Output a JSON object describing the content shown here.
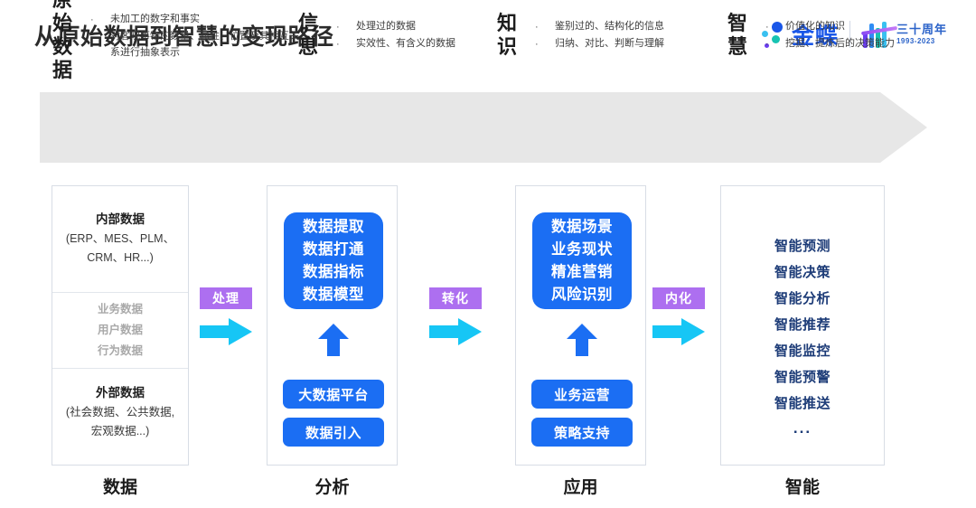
{
  "header": {
    "title": "从原始数据到智慧的变现路径",
    "brand_name": "金蝶",
    "anniversary_cn": "三十周年",
    "anniversary_years": "1993-2023"
  },
  "banner": {
    "stages": [
      {
        "key": "原始\n数据",
        "bullets": [
          "未加工的数字和事实",
          "对客观事物的数量、属性、位置及其相互关系进行抽象表示"
        ]
      },
      {
        "key": "信\n息",
        "bullets": [
          "处理过的数据",
          "实效性、有含义的数据"
        ]
      },
      {
        "key": "知\n识",
        "bullets": [
          "鉴别过的、结构化的信息",
          "归纳、对比、判断与理解"
        ]
      },
      {
        "key": "智\n慧",
        "bullets": [
          "价值化的知识",
          "挖掘、提炼后的决策能力"
        ]
      }
    ]
  },
  "columns": {
    "data": {
      "bottom_label": "数据",
      "internal_title": "内部数据",
      "internal_sub": "(ERP、MES、PLM、\nCRM、HR...)",
      "middle_items": [
        "业务数据",
        "用户数据",
        "行为数据"
      ],
      "external_title": "外部数据",
      "external_sub": "(社会数据、公共数据,\n宏观数据...)"
    },
    "analysis": {
      "bottom_label": "分析",
      "panel_lines": [
        "数据提取",
        "数据打通",
        "数据指标",
        "数据模型"
      ],
      "pills": [
        "大数据平台",
        "数据引入"
      ]
    },
    "application": {
      "bottom_label": "应用",
      "panel_lines": [
        "数据场景",
        "业务现状",
        "精准营销",
        "风险识别"
      ],
      "pills": [
        "业务运营",
        "策略支持"
      ]
    },
    "intelligence": {
      "bottom_label": "智能",
      "items": [
        "智能预测",
        "智能决策",
        "智能分析",
        "智能推荐",
        "智能监控",
        "智能预警",
        "智能推送"
      ],
      "ellipsis": "..."
    }
  },
  "connectors": [
    {
      "label": "处理"
    },
    {
      "label": "转化"
    },
    {
      "label": "内化"
    }
  ],
  "colors": {
    "blue": "#1b6ef3",
    "purple": "#ad6ff0",
    "cyan": "#16c6f5",
    "navy": "#1c3b77",
    "banner_gray": "#e7e7e7"
  }
}
